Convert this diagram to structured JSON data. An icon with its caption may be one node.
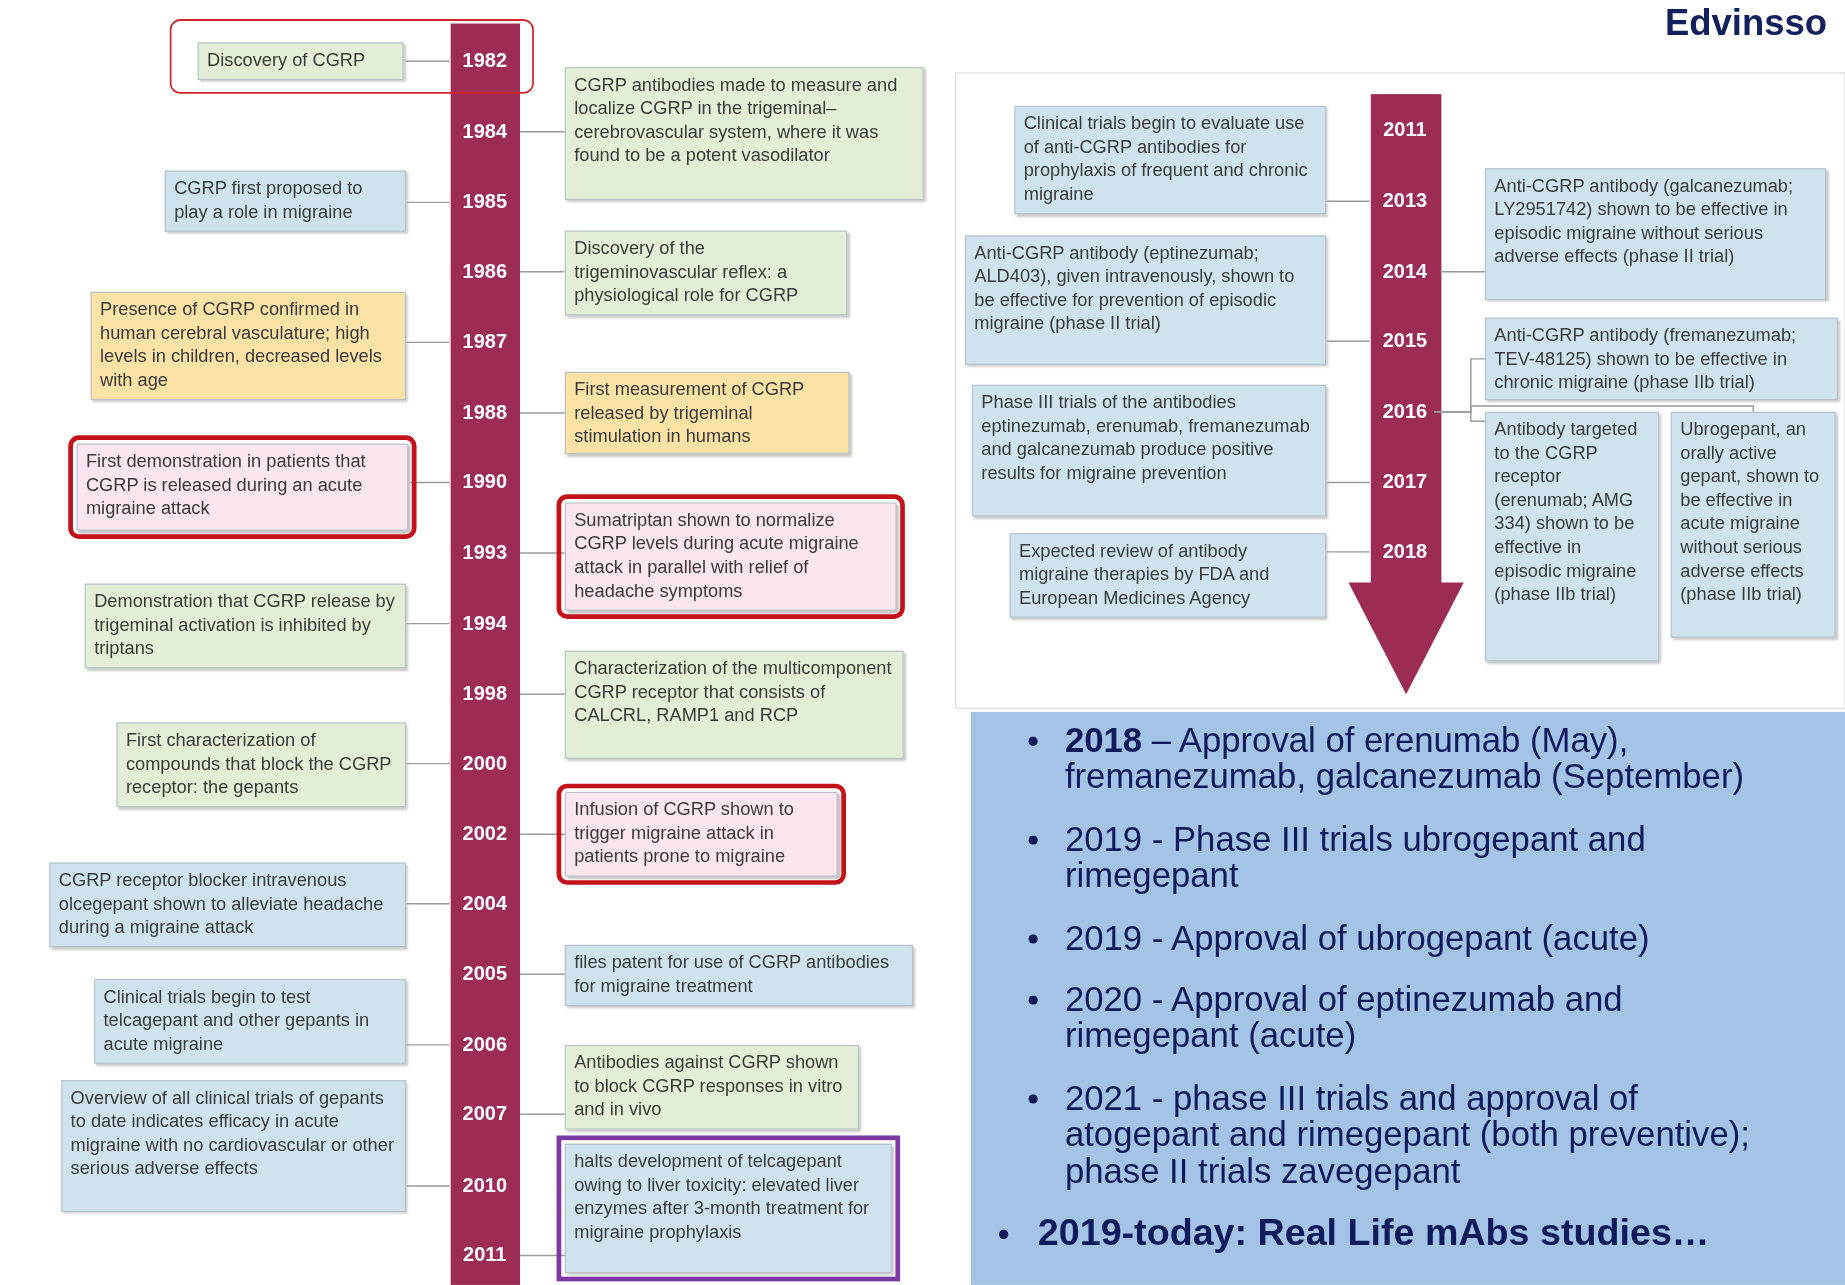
{
  "diagram": {
    "title": "Edvinsso",
    "nodes": [
      {
        "text": [
          "1982"
        ]
      },
      {
        "text": [
          "Discovery of CGRP"
        ]
      },
      {
        "text": [
          "1984"
        ]
      },
      {
        "text": [
          "CGRP antibodies made to measure and localize CGRP in the trigeminal–cerebrovascular system, where it was found to be a potent vasodilator"
        ]
      },
      {
        "text": [
          "1985"
        ]
      },
      {
        "text": [
          "CGRP first proposed to play a role in migraine"
        ]
      },
      {
        "text": [
          "1986"
        ]
      },
      {
        "text": [
          "Discovery of the trigeminovascular reflex: a physiological role for CGRP"
        ]
      },
      {
        "text": [
          "1987"
        ]
      },
      {
        "text": [
          "Presence of CGRP confirmed in human cerebral vasculature; high levels in children, decreased levels with age"
        ]
      },
      {
        "text": [
          "1988"
        ]
      },
      {
        "text": [
          "First measurement of CGRP released by trigeminal stimulation in humans"
        ]
      },
      {
        "text": [
          "1990"
        ]
      },
      {
        "text": [
          "First demonstration in patients that CGRP is released during an acute migraine attack"
        ]
      },
      {
        "text": [
          "1993"
        ]
      },
      {
        "text": [
          "Sumatriptan shown to normalize CGRP levels during acute migraine attack in parallel with relief of headache symptoms"
        ]
      },
      {
        "text": [
          "1994"
        ]
      },
      {
        "text": [
          "Demonstration that CGRP release by trigeminal activation is inhibited by triptans"
        ]
      },
      {
        "text": [
          "1998"
        ]
      },
      {
        "text": [
          "Characterization of the multicomponent CGRP receptor that consists of CALCRL, RAMP1 and RCP"
        ]
      },
      {
        "text": [
          "2000"
        ]
      },
      {
        "text": [
          "First characterization of compounds that block the CGRP receptor: the gepants"
        ]
      },
      {
        "text": [
          "2002"
        ]
      },
      {
        "text": [
          "Infusion of CGRP shown to trigger migraine attack in patients prone to migraine"
        ]
      },
      {
        "text": [
          "2004"
        ]
      },
      {
        "text": [
          "CGRP receptor blocker intravenous olcegepant shown to alleviate headache during a migraine attack"
        ]
      },
      {
        "text": [
          "2005"
        ]
      },
      {
        "text": [
          "files patent for use of CGRP antibodies for migraine treatment"
        ]
      },
      {
        "text": [
          "2006"
        ]
      },
      {
        "text": [
          "Clinical trials begin to test telcagepant and other gepants in acute migraine"
        ]
      },
      {
        "text": [
          "2007"
        ]
      },
      {
        "text": [
          "Antibodies against CGRP shown to block CGRP responses in vitro and in vivo"
        ]
      },
      {
        "text": [
          "2010"
        ]
      },
      {
        "text": [
          "Overview of all clinical trials of gepants to date indicates efficacy in acute migraine with no cardiovascular or other serious adverse effects"
        ]
      },
      {
        "text": [
          "2011"
        ]
      },
      {
        "text": [
          "halts development of telcagepant owing to liver toxicity: elevated liver enzymes after 3-month treatment for migraine prophylaxis"
        ]
      },
      {
        "text": [
          "2011"
        ]
      },
      {
        "text": [
          "2013"
        ]
      },
      {
        "text": [
          "Clinical trials begin to evaluate use of anti-CGRP antibodies for prophylaxis of frequent and chronic migraine"
        ]
      },
      {
        "text": [
          "2014"
        ]
      },
      {
        "text": [
          "Anti-CGRP antibody (galcanezumab; LY2951742) shown to be effective in episodic migraine without serious adverse effects (phase II trial)"
        ]
      },
      {
        "text": [
          "2015"
        ]
      },
      {
        "text": [
          "Anti-CGRP antibody (eptinezumab; ALD403), given intravenously, shown to be effective for prevention of episodic migraine (phase II trial)"
        ]
      },
      {
        "text": [
          "2016"
        ]
      },
      {
        "text": [
          "Anti-CGRP antibody (fremanezumab; TEV-48125) shown to be effective in chronic migraine (phase IIb trial)"
        ]
      },
      {
        "text": [
          "Antibody targeted to the CGRP receptor (erenumab; AMG 334) shown to be effective in episodic migraine (phase IIb trial)"
        ]
      },
      {
        "text": [
          "Ubrogepant, an orally active gepant, shown to be effective in acute migraine without serious adverse effects (phase IIb trial)"
        ]
      },
      {
        "text": [
          "2017"
        ]
      },
      {
        "text": [
          "Phase III trials of the antibodies eptinezumab, erenumab, fremanezumab and galcanezumab produce positive results for migraine prevention"
        ]
      },
      {
        "text": [
          "2018"
        ]
      },
      {
        "text": [
          "Expected review of antibody migraine therapies by FDA and European Medicines Agency"
        ]
      }
    ],
    "edges": [
      {
        "from": 1,
        "to": 0,
        "arrow": "none"
      },
      {
        "from": 3,
        "to": 2,
        "arrow": "none"
      },
      {
        "from": 5,
        "to": 4,
        "arrow": "none"
      },
      {
        "from": 7,
        "to": 6,
        "arrow": "none"
      },
      {
        "from": 9,
        "to": 8,
        "arrow": "none"
      },
      {
        "from": 11,
        "to": 10,
        "arrow": "none"
      },
      {
        "from": 13,
        "to": 12,
        "arrow": "none"
      },
      {
        "from": 15,
        "to": 14,
        "arrow": "none"
      },
      {
        "from": 17,
        "to": 16,
        "arrow": "none"
      },
      {
        "from": 19,
        "to": 18,
        "arrow": "none"
      },
      {
        "from": 21,
        "to": 20,
        "arrow": "none"
      },
      {
        "from": 23,
        "to": 22,
        "arrow": "none"
      },
      {
        "from": 25,
        "to": 24,
        "arrow": "none"
      },
      {
        "from": 27,
        "to": 26,
        "arrow": "none"
      },
      {
        "from": 29,
        "to": 28,
        "arrow": "none"
      },
      {
        "from": 31,
        "to": 30,
        "arrow": "none"
      },
      {
        "from": 33,
        "to": 32,
        "arrow": "none"
      },
      {
        "from": 35,
        "to": 34,
        "arrow": "none"
      },
      {
        "from": 38,
        "to": 37,
        "arrow": "none"
      },
      {
        "from": 40,
        "to": 39,
        "arrow": "none"
      },
      {
        "from": 42,
        "to": 41,
        "arrow": "none"
      },
      {
        "from": 43,
        "to": 44,
        "arrow": "none"
      },
      {
        "from": 43,
        "to": 45,
        "arrow": "none"
      },
      {
        "from": 43,
        "to": 46,
        "arrow": "none"
      },
      {
        "from": 48,
        "to": 47,
        "arrow": "none"
      },
      {
        "from": 50,
        "to": 49,
        "arrow": "none"
      }
    ],
    "labels": [
      "**2018** – Approval of erenumab (May), fremanezumab, galcanezumab (September)",
      "2019 - Phase III trials ubrogepant and rimegepant",
      "2019 - Approval of ubrogepant (acute)",
      "2020 - Approval of eptinezumab and rimegepant (acute)",
      "2021 - phase III trials and approval of atogepant and rimegepant (both preventive); phase II trials zavegepant",
      "2019-today: Real Life mAbs studies…"
    ]
  }
}
